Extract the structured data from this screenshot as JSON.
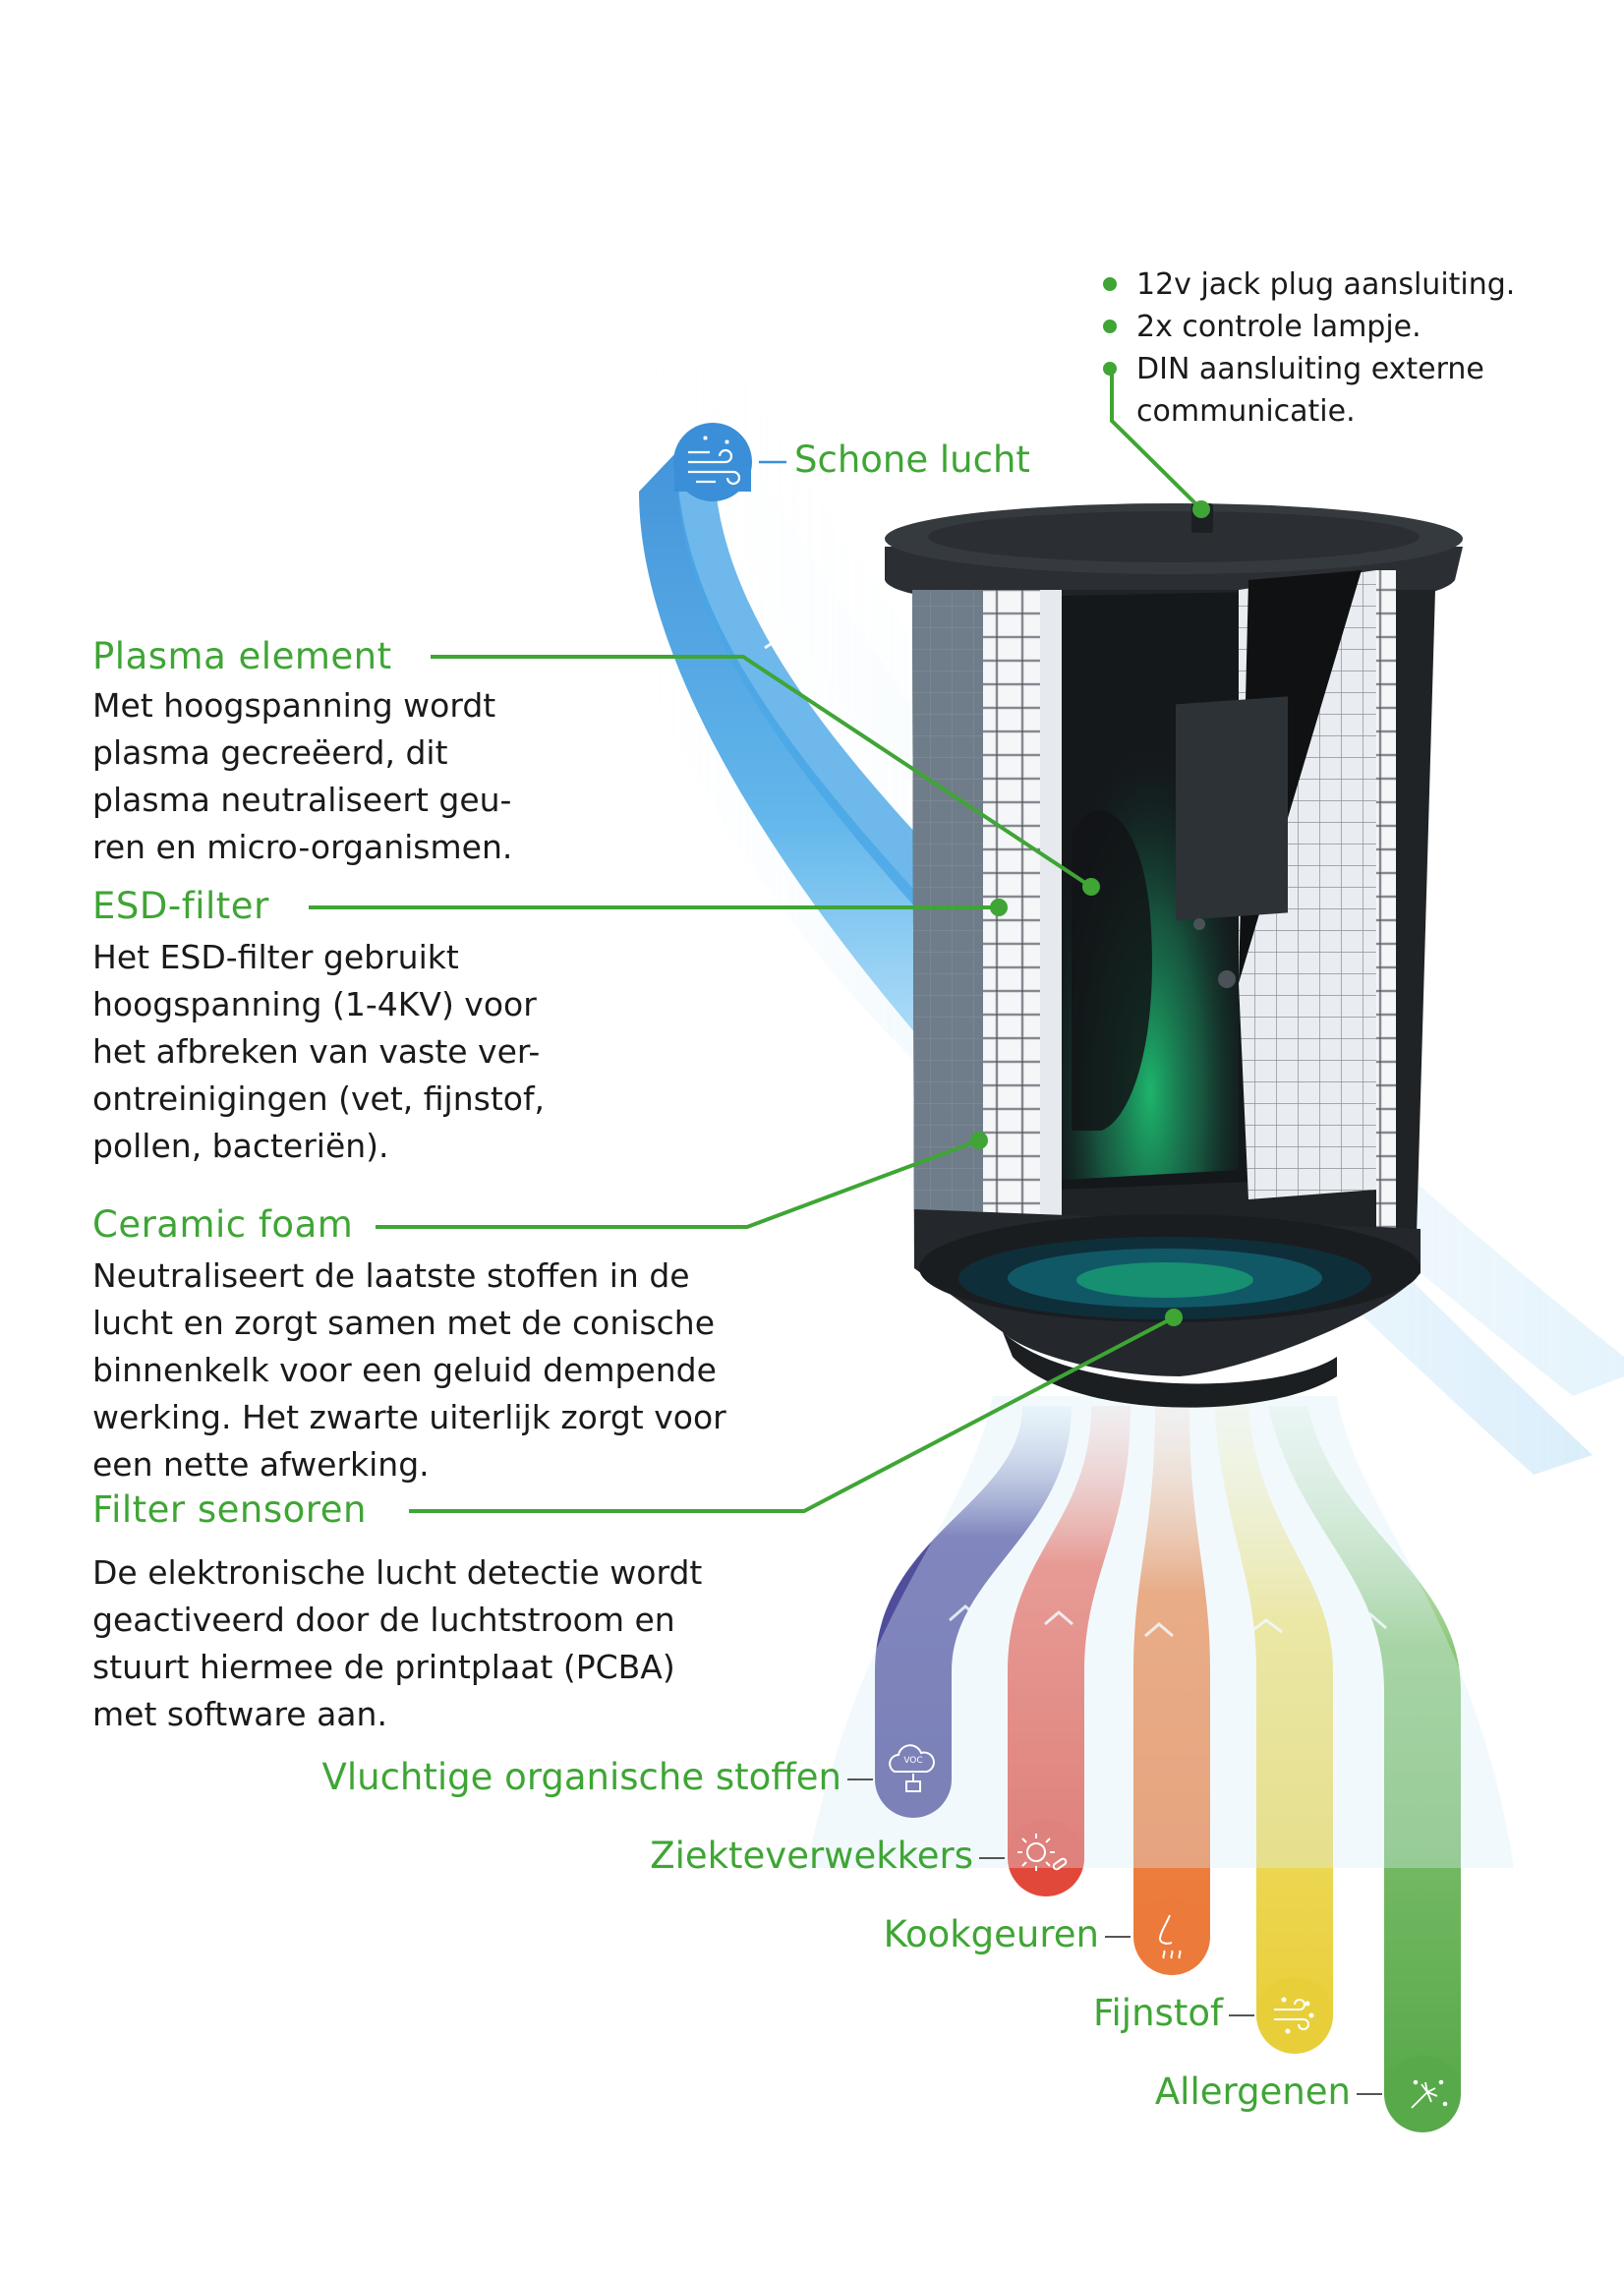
{
  "colors": {
    "accent_green": "#3fa535",
    "clean_air_blue": "#3a8fd8",
    "voc_purple": "#52509e",
    "pathogen_red": "#e2483a",
    "cooking_orange": "#ec7a3a",
    "dust_yellow": "#e8cf3a",
    "allergen_green": "#58a94a"
  },
  "top_features": [
    "12v jack plug aansluiting.",
    "2x controle lampje.",
    "DIN aansluiting externe\ncommunicatie."
  ],
  "outflow": {
    "label": "Schone lucht",
    "icon": "clean-air-wind-icon"
  },
  "components": [
    {
      "title": "Plasma element",
      "text": "Met hoogspanning wordt\nplasma gecreëerd, dit\nplasma neutraliseert geu-\nren en micro-organismen."
    },
    {
      "title": "ESD-filter",
      "text": "Het ESD-filter gebruikt\nhoogspanning (1-4KV) voor\nhet afbreken van vaste ver-\nontreinigingen (vet, fijnstof,\npollen, bacteriën)."
    },
    {
      "title": "Ceramic foam",
      "text": "Neutraliseert de laatste stoffen in de\nlucht en zorgt samen met de conische\nbinnenkelk voor een geluid dempende\nwerking. Het zwarte uiterlijk zorgt voor\neen nette afwerking."
    },
    {
      "title": "Filter sensoren",
      "text": "De elektronische lucht detectie wordt\ngeactiveerd door de luchtstroom en\nstuurt hiermee de printplaat (PCBA)\nmet software aan."
    }
  ],
  "pollutants": [
    {
      "label": "Vluchtige organische stoffen",
      "icon": "voc-cloud-icon",
      "icon_text": "VOC"
    },
    {
      "label": "Ziekteverwekkers",
      "icon": "virus-icon"
    },
    {
      "label": "Kookgeuren",
      "icon": "nose-smell-icon"
    },
    {
      "label": "Fijnstof",
      "icon": "dust-particles-icon"
    },
    {
      "label": "Allergenen",
      "icon": "dandelion-icon"
    }
  ]
}
